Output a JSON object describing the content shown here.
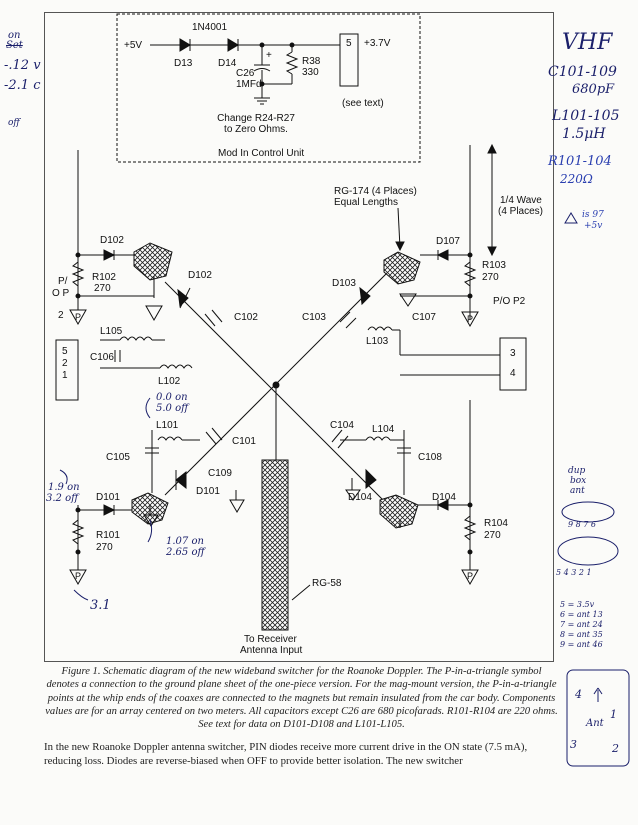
{
  "control_unit": {
    "diode_part": "1N4001",
    "supply": "+5V",
    "d13": "D13",
    "d14": "D14",
    "cap_ref": "C26",
    "cap_val": "1MFd",
    "plus": "+",
    "res_ref": "R38",
    "res_val": "330",
    "pin": "5",
    "out_v": "+3.7V",
    "see_text": "(see text)",
    "note_line1": "Change R24-R27",
    "note_line2": "to Zero Ohms.",
    "title": "Mod In Control Unit"
  },
  "labels": {
    "rg174_line1": "RG-174 (4 Places)",
    "rg174_line2": "Equal Lengths",
    "qw_line1": "1/4 Wave",
    "qw_line2": "(4 Places)",
    "po_p2": "P/O P2",
    "po_p1_1": "P/",
    "po_p1_2": "O P",
    "po_p1_3": "2",
    "rg58": "RG-58",
    "rx_line1": "To Receiver",
    "rx_line2": "Antenna Input",
    "p": "P",
    "left_conn": [
      "5",
      "2",
      "1"
    ],
    "right_conn": [
      "3",
      "4"
    ]
  },
  "components": {
    "D102a": "D102",
    "R102": "R102",
    "R102v": "270",
    "D102b": "D102",
    "C102": "C102",
    "L105": "L105",
    "C106": "C106",
    "L102": "L102",
    "D103": "D103",
    "D107": "D107",
    "R103": "R103",
    "R103v": "270",
    "C103": "C103",
    "C107": "C107",
    "L103": "L103",
    "L101": "L101",
    "C101": "C101",
    "C105": "C105",
    "C109": "C109",
    "D101a": "D101",
    "D101b": "D101",
    "R101": "R101",
    "R101v": "270",
    "C104": "C104",
    "L104": "L104",
    "C108": "C108",
    "D104a": "D104",
    "D104b": "D104",
    "R104": "R104",
    "R104v": "270"
  },
  "handwriting": {
    "on": "on",
    "set": "Set",
    "v12": "-.12 v",
    "v21": "-2.1 c",
    "off": "off",
    "vhf": "VHF",
    "c101": "C101-109",
    "c101v": "680pF",
    "l101": "L101-105",
    "l101v": "1.5μH",
    "r101": "R101-104",
    "r101v": "220Ω",
    "pnote1": "is 97",
    "pnote2": "+5v",
    "on_off_a1": "0.0 on",
    "on_off_a2": "5.0 off",
    "on_off_b1": "1.9 on",
    "on_off_b2": "3.2 off",
    "on_off_c1": "1.07 on",
    "on_off_c2": "2.65 off",
    "p31": "3.1",
    "dup1": "dup",
    "dup2": "box",
    "dup3": "ant",
    "pins_top": "9 8 7 6",
    "pins_bot": "5 4 3 2 1",
    "map": [
      "5 = 3.5v",
      "6 = ant 13",
      "7 = ant 24",
      "8 = ant 35",
      "9 = ant 46"
    ],
    "ant": "Ant",
    "box_n4": "4",
    "box_n1": "1",
    "box_n3": "3",
    "box_n2": "2"
  },
  "caption": "Figure 1. Schematic diagram of the new wideband switcher for the Roanoke Doppler. The P-in-a-triangle symbol denotes a connection to the ground plane sheet of the one-piece version. For the mag-mount version, the P-in-a-triangle points at the whip ends of the coaxes are connected to the magnets but remain insulated from the car body. Components values are for an array centered on two meters. All capacitors except C26 are 680 picofarads. R101-R104 are 220 ohms. See text for data on D101-D108 and L101-L105.",
  "body_text": "In the new Roanoke Doppler antenna switcher, PIN diodes receive more current drive in the ON state (7.5 mA), reducing loss. Diodes are reverse-biased when OFF to provide better isolation. The new switcher"
}
